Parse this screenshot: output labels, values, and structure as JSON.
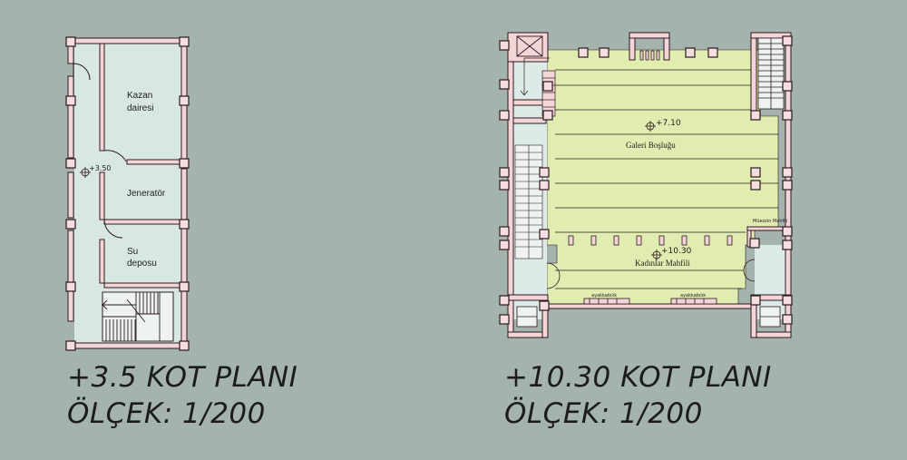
{
  "left_plan": {
    "rooms": {
      "boiler": [
        "Kazan",
        "dairesi"
      ],
      "generator": "Jeneratör",
      "water": [
        "Su",
        "deposu"
      ]
    },
    "level_mark": "+3.50",
    "title": "+3.5 KOT PLANI",
    "scale": "ÖLÇEK: 1/200"
  },
  "right_plan": {
    "gallery_level": "+7.10",
    "gallery_void": "Galeri Boşluğu",
    "muezzin_label": "Müezzin Mahfili",
    "womens_level": "+10.30",
    "womens_gallery": "Kadınlar Mahfili",
    "shoe_rack_left": "ayakkabılık",
    "shoe_rack_right": "ayakkabılık",
    "title": "+10.30 KOT PLANI",
    "scale": "ÖLÇEK: 1/200"
  },
  "colors": {
    "background": "#a5b3ae",
    "wall_pink": "#f3d5d8",
    "floor": "#dcebe7",
    "gallery_fill": "#e1ecb1"
  }
}
